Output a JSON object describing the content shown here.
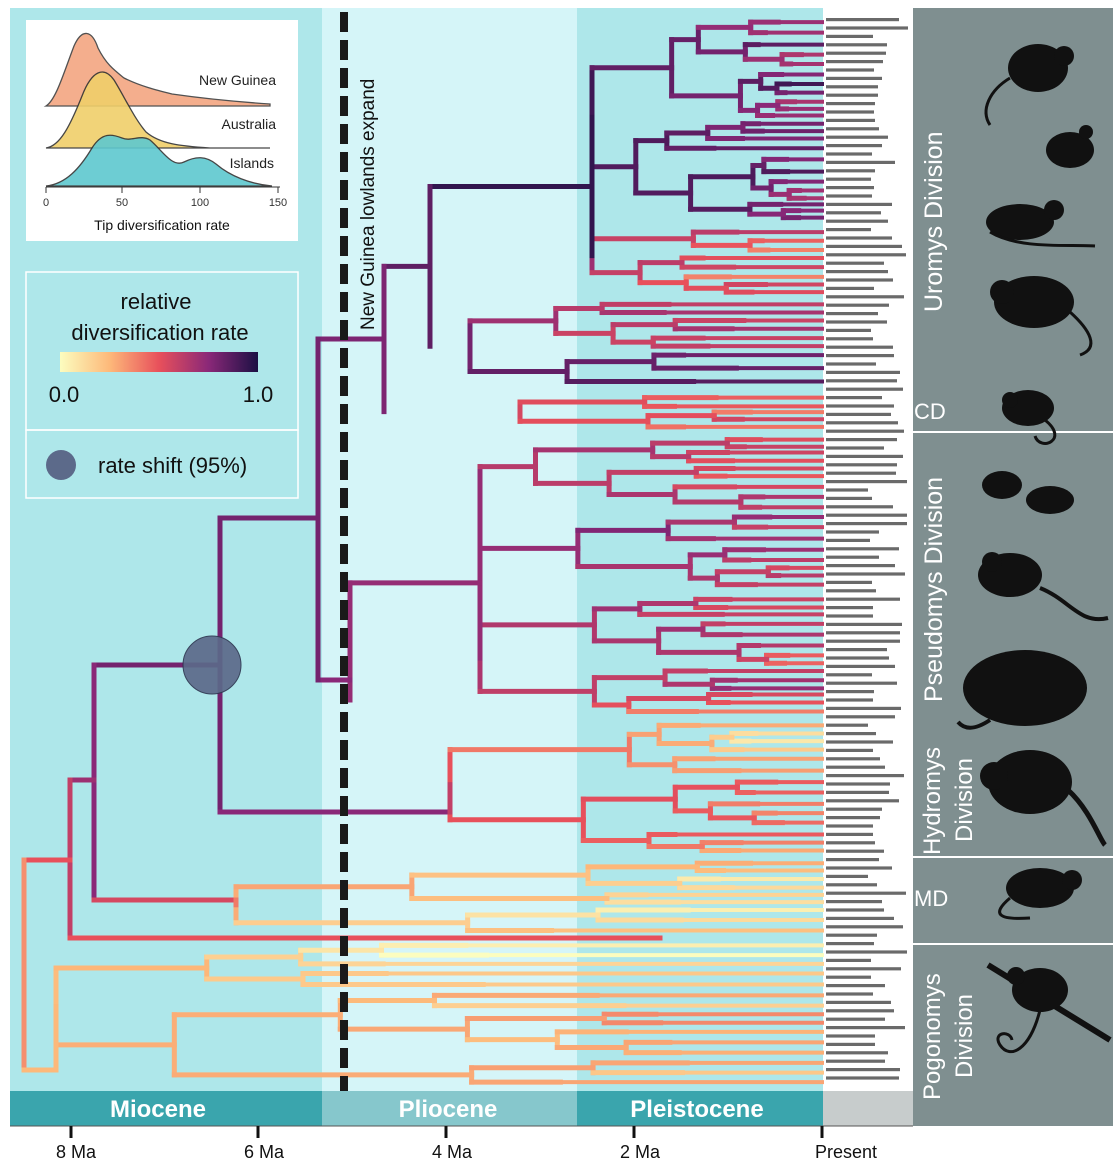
{
  "inset": {
    "regions": [
      "New Guinea",
      "Australia",
      "Islands"
    ],
    "xlabel": "Tip diversification rate",
    "ticks": [
      "0",
      "50",
      "100",
      "150"
    ]
  },
  "legend": {
    "title_line1": "relative",
    "title_line2": "diversification rate",
    "min_label": "0.0",
    "max_label": "1.0",
    "shift_label": "rate shift (95%)"
  },
  "annotation": "New Guinea lowlands expand",
  "epochs": [
    "Miocene",
    "Pliocene",
    "Pleistocene"
  ],
  "time_axis": [
    "8 Ma",
    "6 Ma",
    "4 Ma",
    "2 Ma",
    "Present"
  ],
  "divisions": {
    "uromys": "Uromys Division",
    "cd": "CD",
    "pseudomys": "Pseudomys Division",
    "hydromys_line1": "Hydromys",
    "hydromys_line2": "Division",
    "md": "MD",
    "pogonomys_line1": "Pogonomys",
    "pogonomys_line2": "Division"
  },
  "colors": {
    "miocene_bg": "#aee7ea",
    "pliocene_bg": "#d5f5f8",
    "pleistocene_bg": "#aee7ea",
    "epoch_bar": "#3aa5ad",
    "epoch_bar_light": "#86c7cc",
    "division_panel": "#7f8f90",
    "shift_circle": "#5c6a8a",
    "rate_low": "#fcfdbf",
    "rate_high": "#1c1044"
  }
}
